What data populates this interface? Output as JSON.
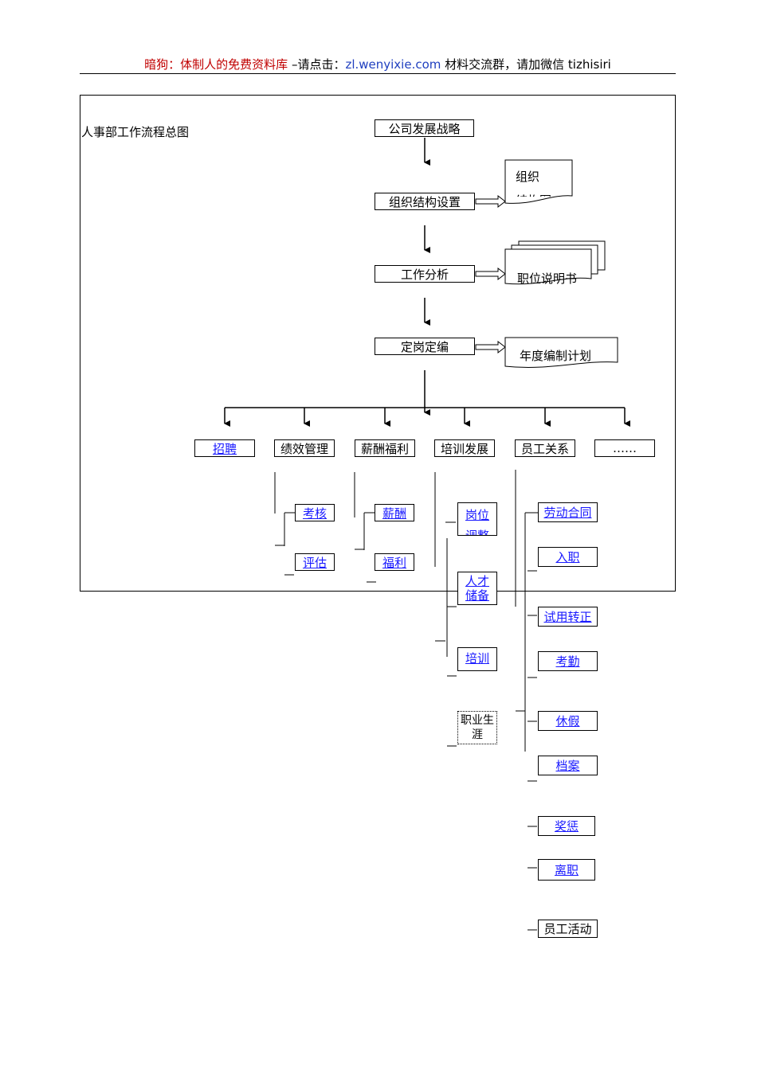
{
  "header": {
    "part1": "暗狗：体制人的免费资料库",
    "part2": " –请点击：",
    "part3": "zl.wenyixie.com",
    "part4": "    材料交流群，请加微信 tizhisiri"
  },
  "diagram_title": "人事部工作流程总图",
  "main_flow": [
    "公司发展战略",
    "组织结构设置",
    "工作分析",
    "定岗定编"
  ],
  "outputs": [
    "组织\n结构图",
    "职位说明书",
    "年度编制计划"
  ],
  "departments": [
    "招聘",
    "绩效管理",
    "薪酬福利",
    "培训发展",
    "员工关系",
    "……"
  ],
  "performance": [
    "考核",
    "评估"
  ],
  "compensation": [
    "薪酬",
    "福利"
  ],
  "training": [
    "岗位\n调整",
    "人才\n储备",
    "培训",
    "职业生涯"
  ],
  "relations": [
    "劳动合同",
    "入职",
    "试用转正",
    "考勤",
    "休假",
    "档案",
    "奖惩",
    "离职",
    "员工活动"
  ]
}
